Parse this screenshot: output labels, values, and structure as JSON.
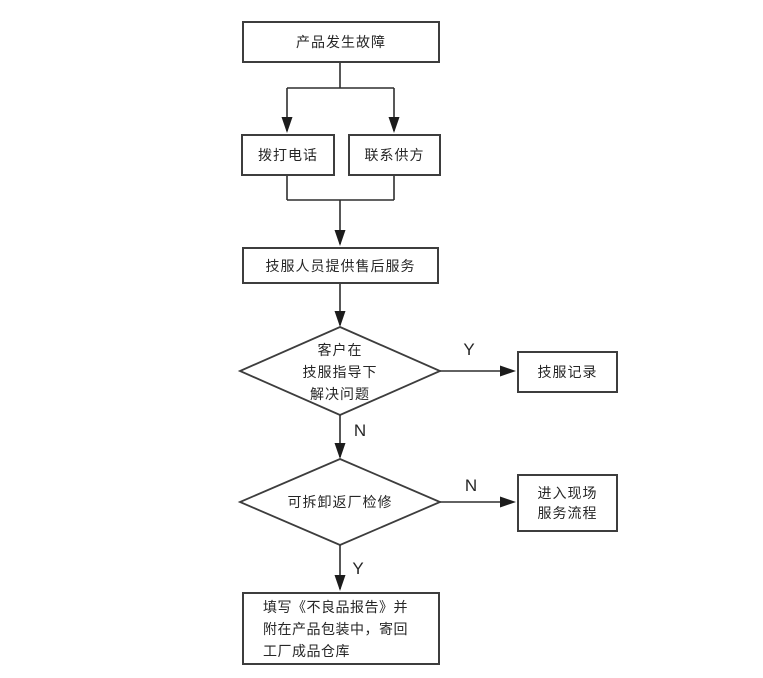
{
  "flowchart": {
    "nodes": {
      "start": {
        "label": "产品发生故障"
      },
      "dial": {
        "label": "拨打电话"
      },
      "contact_supplier": {
        "label": "联系供方"
      },
      "after_sales": {
        "label": "技服人员提供售后服务"
      },
      "decision_guided": {
        "lines": [
          "客户在",
          "技服指导下",
          "解决问题"
        ]
      },
      "service_record": {
        "label": "技服记录"
      },
      "decision_returnable": {
        "label": "可拆卸返厂检修"
      },
      "onsite": {
        "lines": [
          "进入现场",
          "服务流程"
        ]
      },
      "report": {
        "lines": [
          "填写《不良品报告》并",
          "附在产品包装中，寄回",
          "工厂成品仓库"
        ]
      }
    },
    "branch_labels": {
      "guided_yes": "Y",
      "guided_no": "N",
      "returnable_no": "N",
      "returnable_yes": "Y"
    },
    "colors": {
      "line": "#2e2e2e",
      "arrow": "#1c1c1c",
      "border": "#3d3d3d",
      "text": "#262626",
      "background": "#ffffff"
    }
  }
}
